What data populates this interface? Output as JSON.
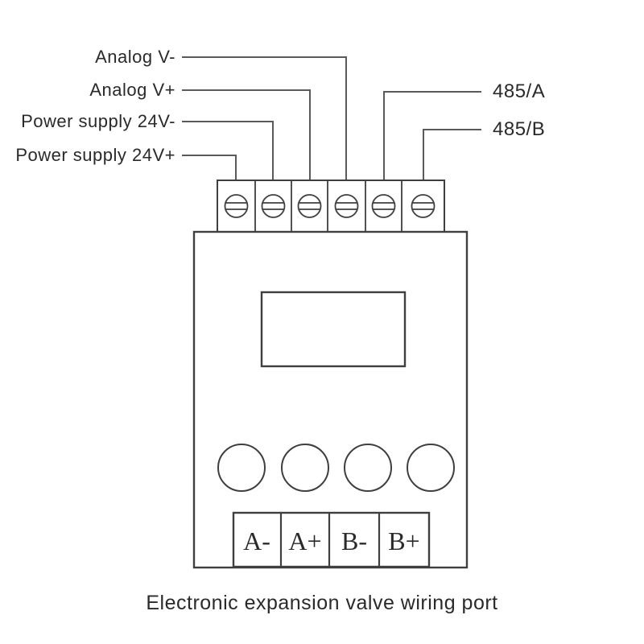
{
  "diagram": {
    "caption": "Electronic expansion valve wiring port",
    "wiring_labels": {
      "analog_v_minus": "Analog V-",
      "analog_v_plus": "Analog V+",
      "power_24v_minus": "Power supply 24V-",
      "power_24v_plus": "Power supply 24V+",
      "rs485_a": "485/A",
      "rs485_b": "485/B"
    },
    "port_labels": [
      "A-",
      "A+",
      "B-",
      "B+"
    ],
    "terminal_count": 6,
    "colors": {
      "wire": "#5a5a5a",
      "outline": "#3f3f3f",
      "text": "#2a2a2a",
      "background": "#ffffff"
    }
  }
}
